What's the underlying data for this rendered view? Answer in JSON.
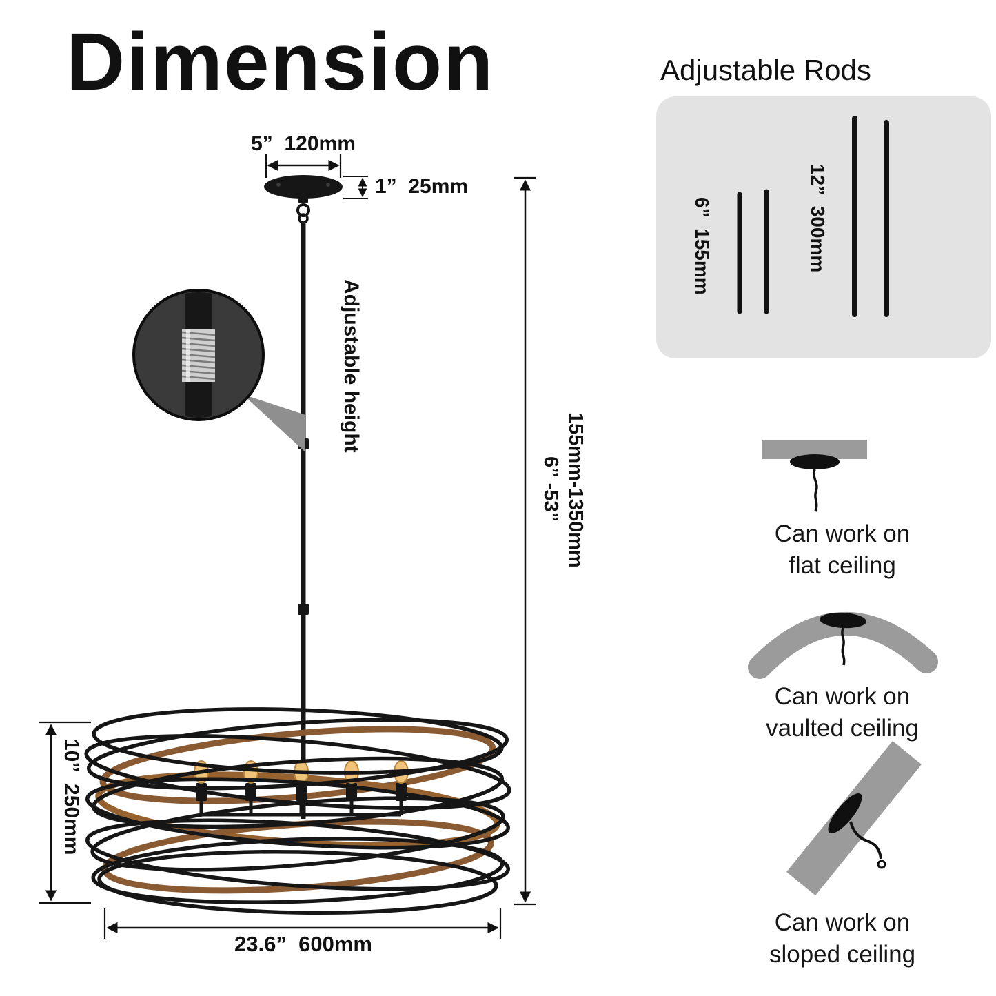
{
  "title": "Dimension",
  "pendant": {
    "canopy_width": "5”  120mm",
    "canopy_height": "1”  25mm",
    "adjustable_height": "Adjustable height",
    "overall_height_in": "6” -53”",
    "overall_height_mm": "155mm-1350mm",
    "shade_height": "10”  250mm",
    "shade_width": "23.6”  600mm"
  },
  "rods": {
    "heading": "Adjustable Rods",
    "short": "6”  155mm",
    "long": "12”  300mm"
  },
  "ceilings": {
    "flat": "Can work on\nflat ceiling",
    "vaulted": "Can work on\nvaulted ceiling",
    "sloped": "Can work on\nsloped ceiling"
  },
  "colors": {
    "ink": "#111111",
    "panel_gray": "#e3e3e3",
    "icon_gray": "#9b9b9b",
    "rattan_brown": "#8a5a33",
    "bulb_glow": "#f0c27a"
  }
}
